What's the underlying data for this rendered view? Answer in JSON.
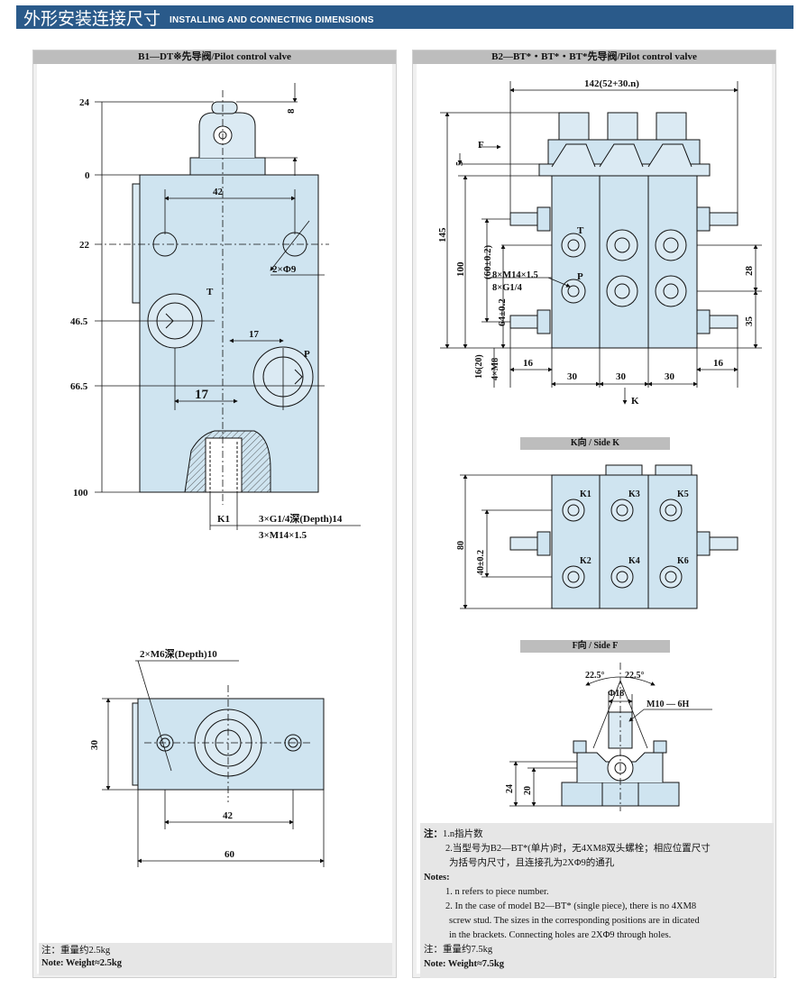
{
  "header": {
    "title_zh": "外形安装连接尺寸",
    "title_en": "INSTALLING AND CONNECTING DIMENSIONS"
  },
  "left_panel": {
    "title": "B1—DT※先导阀/Pilot control valve",
    "front": {
      "dims": {
        "d24": "24",
        "d8": "8",
        "d0": "0",
        "d22": "22",
        "d46_5": "46.5",
        "d66_5": "66.5",
        "d100": "100",
        "w42": "42",
        "w17a": "17",
        "w17b": "17",
        "hole": "2×Φ9",
        "k1": "K1"
      },
      "ports": {
        "t": "T",
        "p": "P"
      },
      "callout1": "3×G1/4深(Depth)14",
      "callout2": "3×M14×1.5"
    },
    "bottom": {
      "callout": "2×M6深(Depth)10",
      "dims": {
        "h30": "30",
        "w42": "42",
        "w60": "60"
      }
    },
    "note": {
      "line1": "注：重量约2.5kg",
      "line2": "Note: Weight≈2.5kg"
    }
  },
  "right_panel": {
    "title": "B2—BT*・BT*・BT*先导阀/Pilot control  valve",
    "top": {
      "dims": {
        "width": "142(52+30.n)",
        "f": "F",
        "d5": "5",
        "d145": "145",
        "d100": "100",
        "d60": "(60±0.2)",
        "d64": "64±0.2",
        "d28": "28",
        "d35": "35",
        "d16_20": "16(20)",
        "m8": "4×M8",
        "w16a": "16",
        "w30a": "30",
        "w30b": "30",
        "w30c": "30",
        "w16b": "16",
        "k": "K"
      },
      "ports": {
        "t": "T",
        "p": "P"
      },
      "callout1": "8×M14×1.5",
      "callout2": "8×G1/4"
    },
    "side_k": {
      "title": "K向 / Side K",
      "dims": {
        "h80": "80",
        "h40": "40±0.2"
      },
      "labels": [
        "K1",
        "K3",
        "K5",
        "K2",
        "K4",
        "K6"
      ]
    },
    "side_f": {
      "title": "F向 / Side F",
      "dims": {
        "a1": "22.5°",
        "a2": "22.5°",
        "phi18": "Φ18",
        "m10": "M10 — 6H",
        "h24": "24",
        "h20": "20"
      }
    },
    "notes": {
      "zh_label": "注：",
      "zh1": "1.n指片数",
      "zh2a": "2.当型号为B2—BT*(单片)时，无4XM8双头螺栓；相应位置尺寸",
      "zh2b": "为括号内尺寸，且连接孔为2XΦ9的通孔",
      "en_label": "Notes:",
      "en1": "1. n refers to piece number.",
      "en2a": "2. In the case of model B2—BT* (single piece), there is no 4XM8",
      "en2b": "screw stud. The sizes in the corresponding positions are in dicated",
      "en2c": "in the brackets. Connecting holes are 2XΦ9 through holes.",
      "weight_zh": "注：重量约7.5kg",
      "weight_en": "Note: Weight≈7.5kg"
    }
  }
}
